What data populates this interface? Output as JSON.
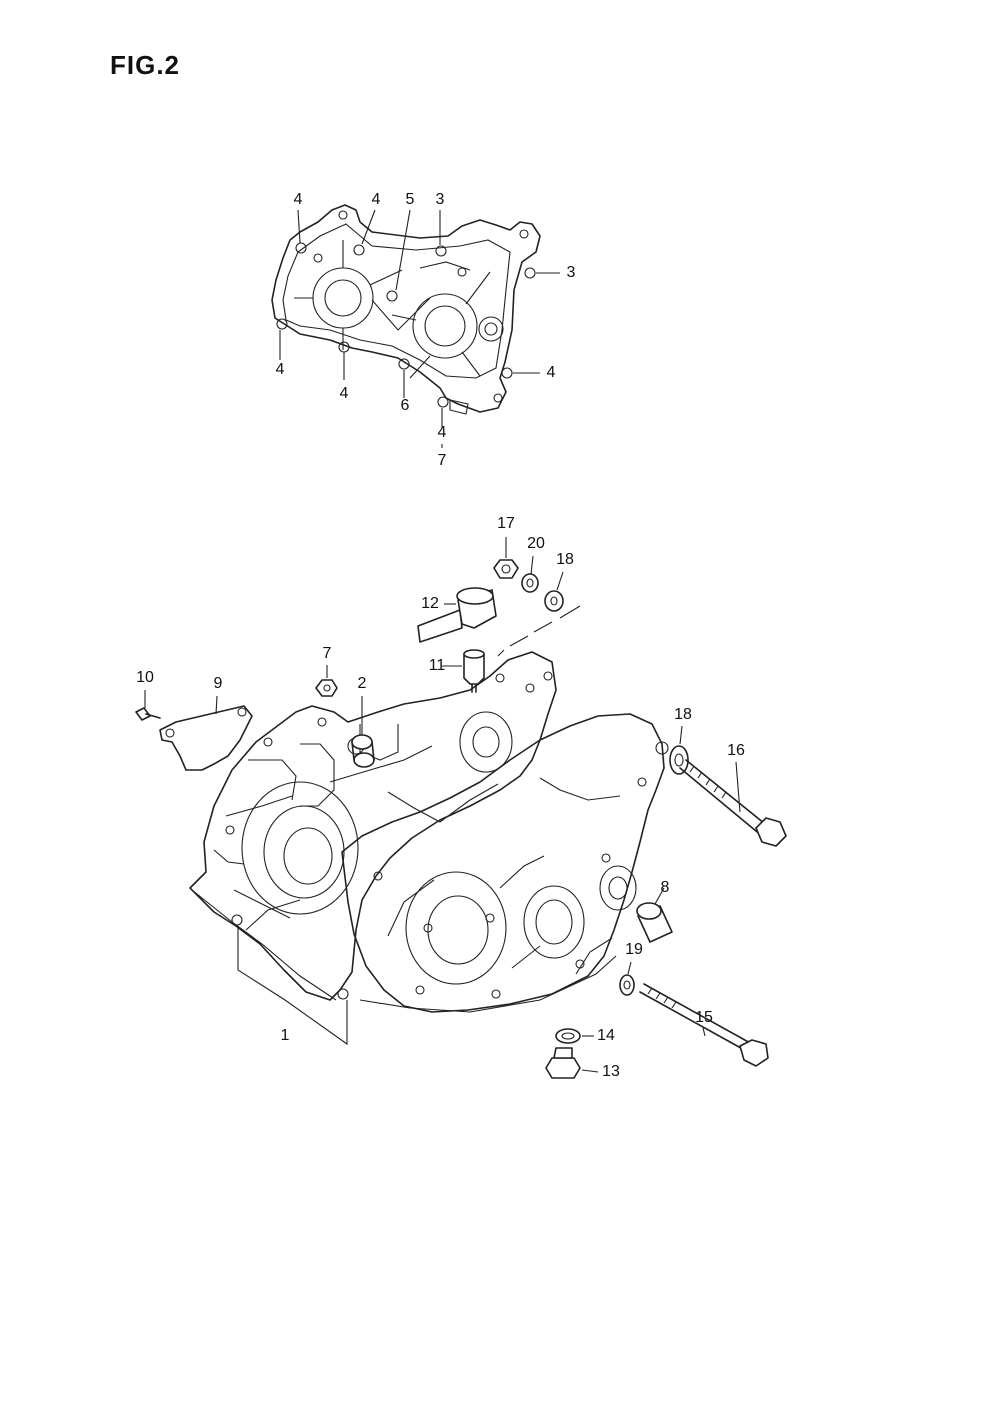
{
  "figure": {
    "title": "FIG.2"
  },
  "callouts": [
    {
      "id": "c4a",
      "label": "4"
    },
    {
      "id": "c4b",
      "label": "4"
    },
    {
      "id": "c5",
      "label": "5"
    },
    {
      "id": "c3a",
      "label": "3"
    },
    {
      "id": "c3b",
      "label": "3"
    },
    {
      "id": "c4c",
      "label": "4"
    },
    {
      "id": "c4d",
      "label": "4"
    },
    {
      "id": "c6",
      "label": "6"
    },
    {
      "id": "c4e",
      "label": "4"
    },
    {
      "id": "c4f",
      "label": "4"
    },
    {
      "id": "c7a",
      "label": "7"
    },
    {
      "id": "c17",
      "label": "17"
    },
    {
      "id": "c20",
      "label": "20"
    },
    {
      "id": "c18a",
      "label": "18"
    },
    {
      "id": "c12",
      "label": "12"
    },
    {
      "id": "c11",
      "label": "11"
    },
    {
      "id": "c7b",
      "label": "7"
    },
    {
      "id": "c10",
      "label": "10"
    },
    {
      "id": "c9",
      "label": "9"
    },
    {
      "id": "c2",
      "label": "2"
    },
    {
      "id": "c18b",
      "label": "18"
    },
    {
      "id": "c16",
      "label": "16"
    },
    {
      "id": "c8",
      "label": "8"
    },
    {
      "id": "c19",
      "label": "19"
    },
    {
      "id": "c15",
      "label": "15"
    },
    {
      "id": "c1",
      "label": "1"
    },
    {
      "id": "c14",
      "label": "14"
    },
    {
      "id": "c13",
      "label": "13"
    }
  ]
}
